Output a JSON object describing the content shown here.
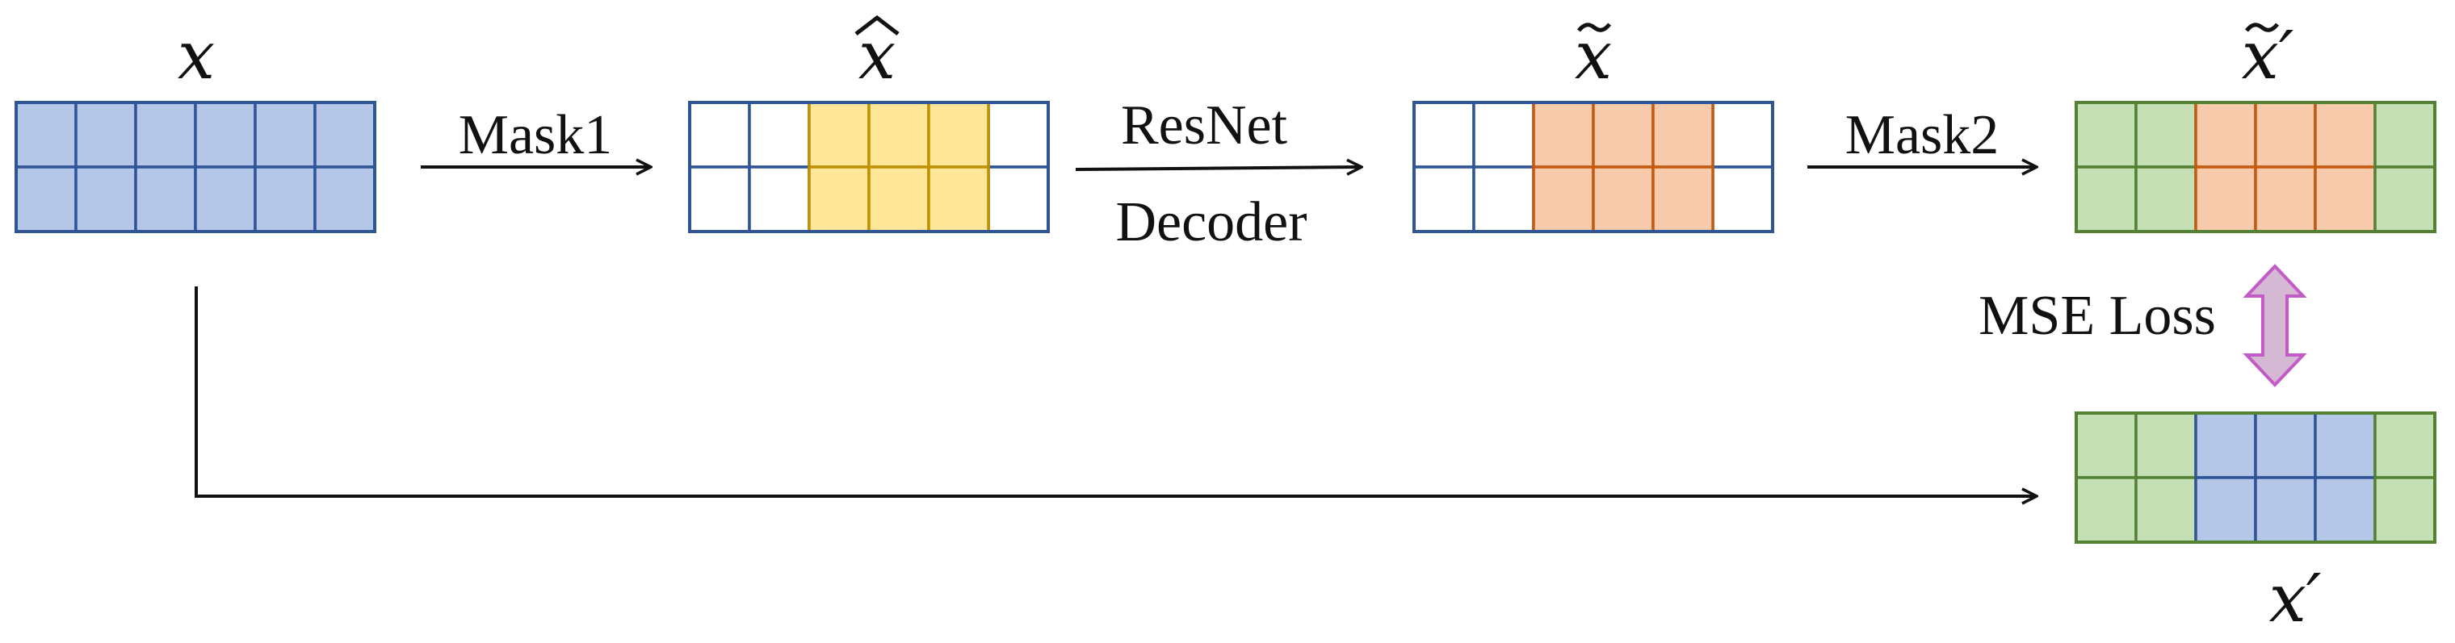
{
  "labels": {
    "x": "x",
    "x_hat": "x",
    "x_tilde": "x",
    "x_tilde_prime": "x′",
    "x_prime": "x′"
  },
  "arrows": {
    "mask1": "Mask1",
    "resnet": "ResNet",
    "decoder": "Decoder",
    "mask2": "Mask2",
    "mse": "MSE Loss"
  },
  "grids": [
    {
      "id": "x",
      "rows": 2,
      "cols": 6,
      "colors": [
        "blue",
        "blue",
        "blue",
        "blue",
        "blue",
        "blue"
      ]
    },
    {
      "id": "x-hat",
      "rows": 2,
      "cols": 6,
      "colors": [
        "white",
        "white",
        "yellow",
        "yellow",
        "yellow",
        "white"
      ]
    },
    {
      "id": "x-tilde",
      "rows": 2,
      "cols": 6,
      "colors": [
        "white",
        "white",
        "orange",
        "orange",
        "orange",
        "white"
      ]
    },
    {
      "id": "x-tilde-prime",
      "rows": 2,
      "cols": 6,
      "colors": [
        "green",
        "green",
        "orange",
        "orange",
        "orange",
        "green"
      ]
    },
    {
      "id": "x-prime",
      "rows": 2,
      "cols": 6,
      "colors": [
        "green",
        "green",
        "blue",
        "blue",
        "blue",
        "green"
      ]
    }
  ],
  "palette": {
    "blue": {
      "fill": "#b4c7e7",
      "stroke": "#2f5597"
    },
    "white": {
      "fill": "#ffffff",
      "stroke": "#2f5597"
    },
    "yellow": {
      "fill": "#ffe699",
      "stroke": "#bf9000"
    },
    "orange": {
      "fill": "#f8cbad",
      "stroke": "#c55a11"
    },
    "green": {
      "fill": "#c5e0b4",
      "stroke": "#548235"
    },
    "mse_arrow_fill": "#d5b8d3",
    "mse_arrow_stroke": "#c25bc6"
  }
}
